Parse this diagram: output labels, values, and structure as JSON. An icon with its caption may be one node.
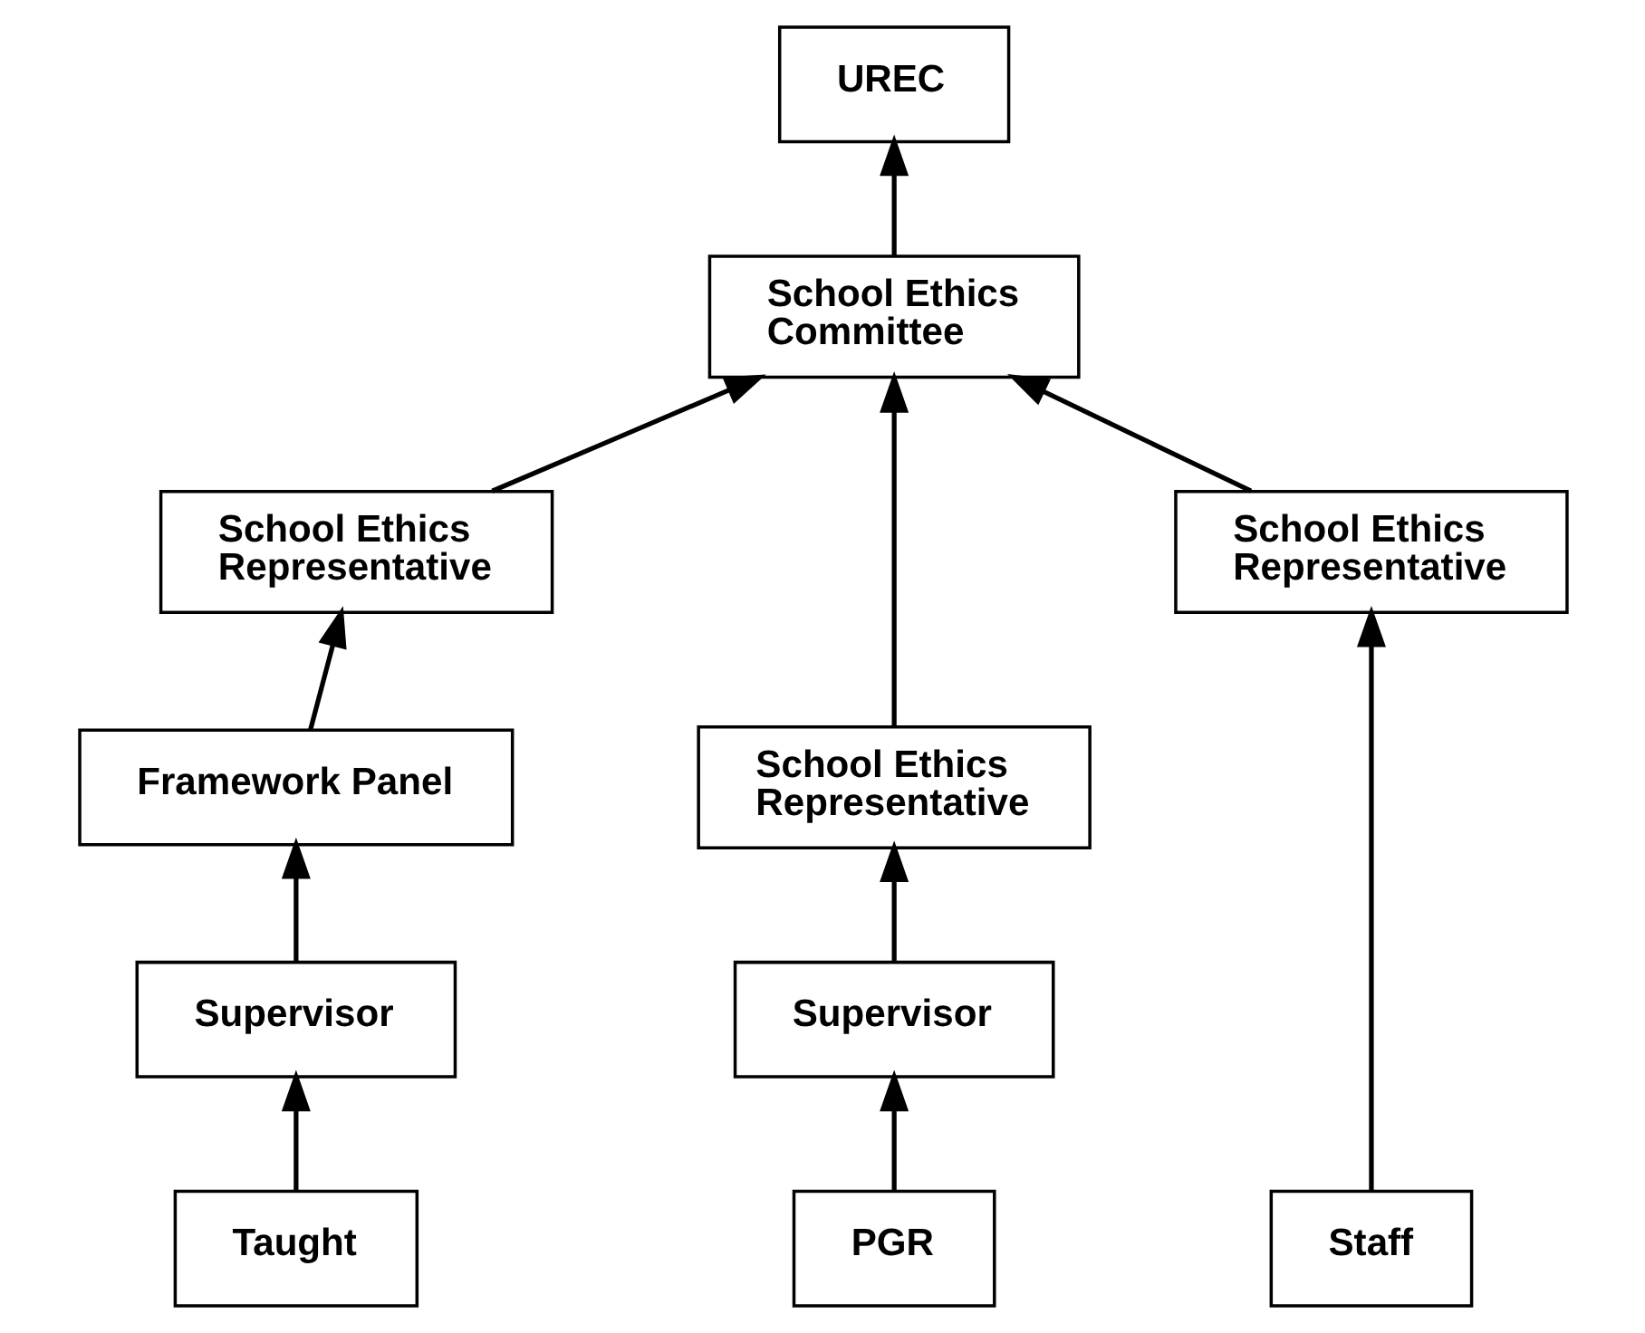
{
  "diagram": {
    "nodes": [
      {
        "text": [
          "UREC"
        ]
      },
      {
        "text": [
          "School Ethics Committee"
        ]
      },
      {
        "text": [
          "School Ethics Representative"
        ]
      },
      {
        "text": [
          "School Ethics Representative"
        ]
      },
      {
        "text": [
          "School Ethics Representative"
        ]
      },
      {
        "text": [
          "Framework Panel"
        ]
      },
      {
        "text": [
          "Supervisor"
        ]
      },
      {
        "text": [
          "Taught"
        ]
      },
      {
        "text": [
          "Supervisor"
        ]
      },
      {
        "text": [
          "PGR"
        ]
      },
      {
        "text": [
          "Staff"
        ]
      }
    ],
    "edges": [
      {
        "from": 1,
        "to": 0,
        "arrow": "to"
      },
      {
        "from": 2,
        "to": 1,
        "arrow": "to"
      },
      {
        "from": 3,
        "to": 1,
        "arrow": "to"
      },
      {
        "from": 4,
        "to": 1,
        "arrow": "to"
      },
      {
        "from": 5,
        "to": 2,
        "arrow": "to"
      },
      {
        "from": 6,
        "to": 5,
        "arrow": "to"
      },
      {
        "from": 7,
        "to": 6,
        "arrow": "to"
      },
      {
        "from": 8,
        "to": 3,
        "arrow": "to"
      },
      {
        "from": 9,
        "to": 8,
        "arrow": "to"
      },
      {
        "from": 10,
        "to": 4,
        "arrow": "to"
      }
    ]
  }
}
